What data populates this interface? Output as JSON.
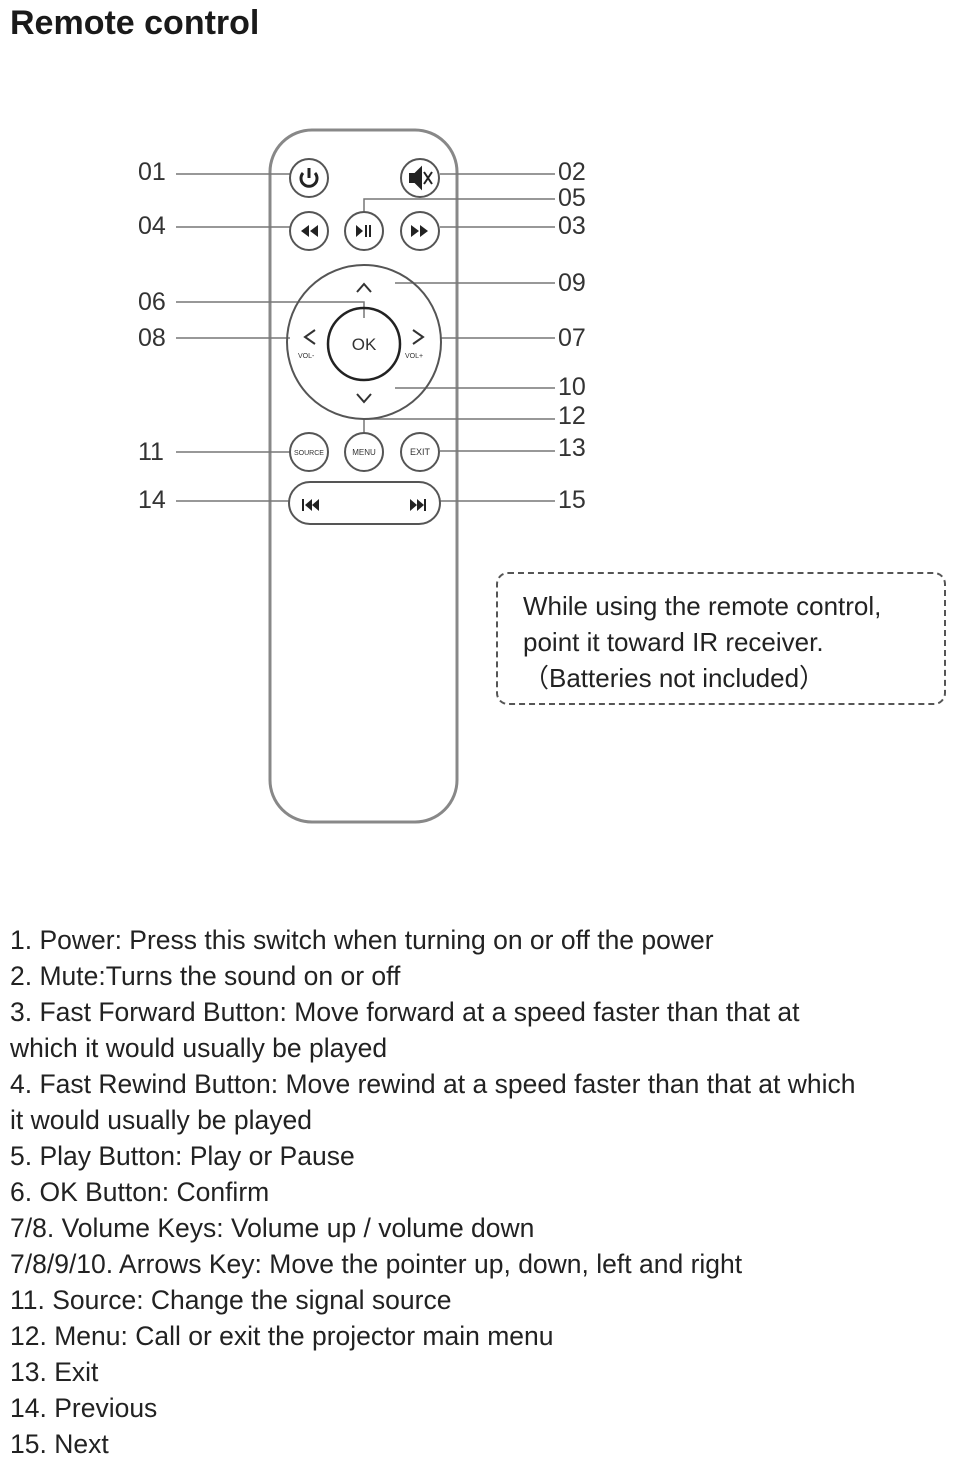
{
  "title": "Remote control",
  "callouts": {
    "c01": "01",
    "c02": "02",
    "c03": "03",
    "c04": "04",
    "c05": "05",
    "c06": "06",
    "c07": "07",
    "c08": "08",
    "c09": "09",
    "c10": "10",
    "c11": "11",
    "c12": "12",
    "c13": "13",
    "c14": "14",
    "c15": "15"
  },
  "remote_labels": {
    "ok": "OK",
    "vol_minus": "VOL-",
    "vol_plus": "VOL+",
    "source": "SOURCE",
    "menu": "MENU",
    "exit": "EXIT"
  },
  "note": {
    "line1": "While using the remote control,",
    "line2": "point it toward IR receiver.",
    "line3": "（Batteries not included）"
  },
  "descriptions": [
    "1. Power: Press this switch when turning on or off the power",
    "2. Mute:Turns the sound on or off",
    "3. Fast Forward Button: Move forward at a speed faster than that at",
    "which it would usually be played",
    "4. Fast Rewind Button: Move rewind at a speed faster than that at which",
    "it would usually be played",
    "5. Play Button: Play or Pause",
    "6. OK Button: Confirm",
    "7/8. Volume Keys: Volume up / volume down",
    "7/8/9/10. Arrows Key: Move the pointer up, down, left and right",
    "11. Source: Change the signal source",
    "12. Menu: Call or exit the projector main menu",
    "13. Exit",
    "14. Previous",
    "15. Next"
  ]
}
